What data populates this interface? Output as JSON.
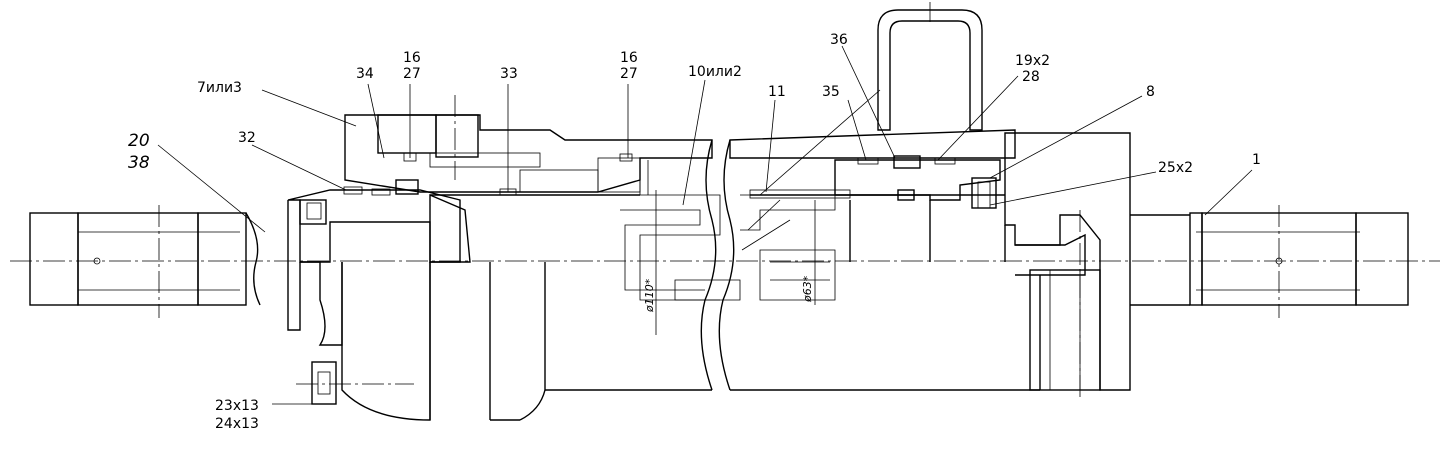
{
  "drawing": {
    "labels": {
      "l_7ili3": "7или3",
      "l_34": "34",
      "l_16a": "16",
      "l_27a": "27",
      "l_33": "33",
      "l_16b": "16",
      "l_27b": "27",
      "l_10ili2": "10или2",
      "l_11": "11",
      "l_35": "35",
      "l_36": "36",
      "l_19x2": "19x2",
      "l_28": "28",
      "l_8": "8",
      "l_25x2": "25x2",
      "l_1": "1",
      "l_20": "20",
      "l_38": "38",
      "l_32": "32",
      "l_23x13": "23x13",
      "l_24x13": "24x13",
      "d_110": "ø110*",
      "d_63": "ø63*"
    }
  }
}
